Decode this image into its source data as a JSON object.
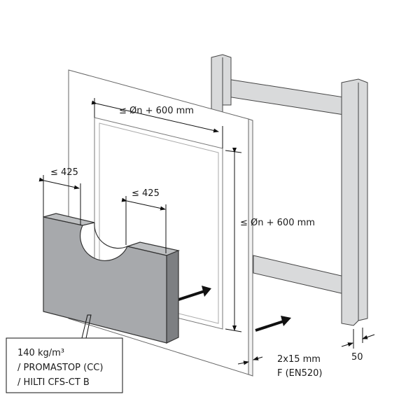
{
  "labels": {
    "opening_width": "≤ Øn + 600 mm",
    "opening_height": "≤ Øn + 600 mm",
    "block_depth_left": "≤ 425",
    "block_depth_mid": "≤ 425",
    "board_thickness": "2x15 mm",
    "board_type": "F (EN520)",
    "stud_width": "50"
  },
  "material_box": {
    "line1": "140 kg/m³",
    "line2": "/ PROMASTOP (CC)",
    "line3": "/ HILTI CFS-CT B"
  },
  "colors": {
    "block_front": "#a7a9ac",
    "block_side": "#7d7f82",
    "frame": "#d9dadb",
    "outline": "#333333"
  }
}
